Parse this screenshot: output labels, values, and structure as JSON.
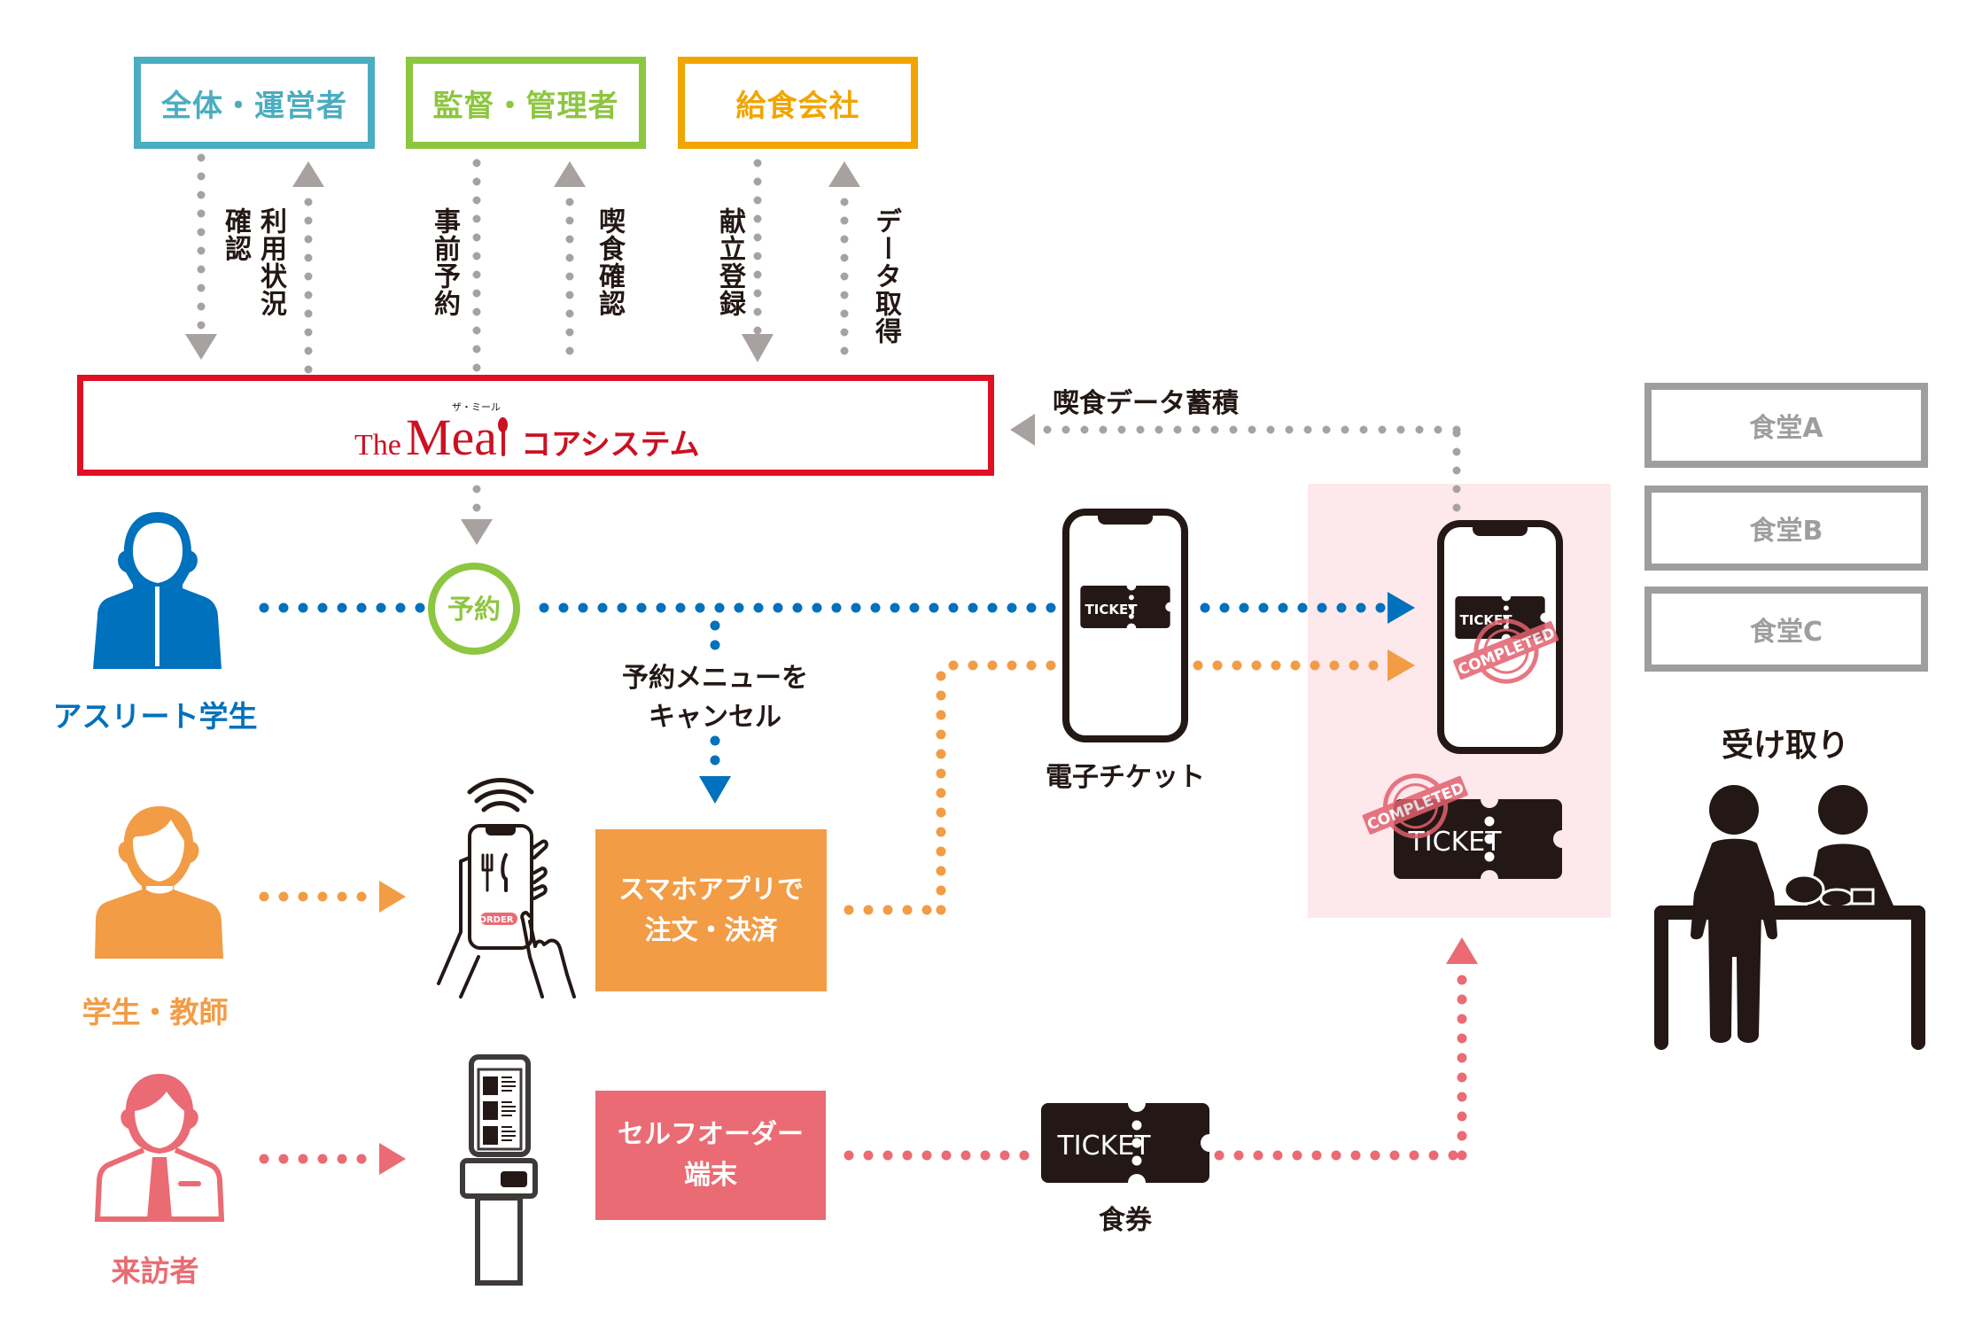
{
  "roles": [
    {
      "label": "全体・運営者",
      "color": "#4BADC0"
    },
    {
      "label": "監督・管理者",
      "color": "#8DC63F"
    },
    {
      "label": "給食会社",
      "color": "#F0A500"
    }
  ],
  "role_flows": [
    {
      "down": "確認",
      "down_extra": "利用状況",
      "up": ""
    },
    {
      "down": "事前予約",
      "up": "喫食確認"
    },
    {
      "down": "献立登録",
      "up": "データ取得"
    }
  ],
  "flow_labels": {
    "usage_status": "利用状況",
    "confirm": "確認",
    "pre_reservation": "事前予約",
    "meal_confirmation": "喫食確認",
    "menu_registration": "献立登録",
    "data_acquisition": "データ取得",
    "meal_data_accumulation": "喫食データ蓄積",
    "cancel_line1": "予約メニューを",
    "cancel_line2": "キャンセル"
  },
  "core_system": {
    "brand_the": "The",
    "brand_meal": "Mea",
    "brand_ruby": "ザ・ミール",
    "name": "コアシステム",
    "color": "#E10F24"
  },
  "users": [
    {
      "label": "アスリート学生",
      "color": "#0071BC"
    },
    {
      "label": "学生・教師",
      "color": "#F29C45"
    },
    {
      "label": "来訪者",
      "color": "#EA6B73"
    }
  ],
  "reservation_badge": {
    "label": "予約",
    "color": "#8DC63F"
  },
  "actions": {
    "app_order_line1": "スマホアプリで",
    "app_order_line2": "注文・決済",
    "app_order_color": "#F29C45",
    "kiosk_line1": "セルフオーダー",
    "kiosk_line2": "端末",
    "kiosk_color": "#EA6B73"
  },
  "icons": {
    "order_button": "ORDER",
    "ticket": "TICKET",
    "completed_stamp": "COMPLETED"
  },
  "e_ticket_label": "電子チケット",
  "paper_ticket_label": "食券",
  "canteens": [
    "食堂A",
    "食堂B",
    "食堂C"
  ],
  "pickup_label": "受け取り",
  "colors": {
    "arrow_gray": "#A7A29F",
    "blue": "#0071BC",
    "orange": "#F29C45",
    "pink": "#EA6B73",
    "ticket_black": "#231815",
    "pink_zone": "#FDE8EC"
  }
}
